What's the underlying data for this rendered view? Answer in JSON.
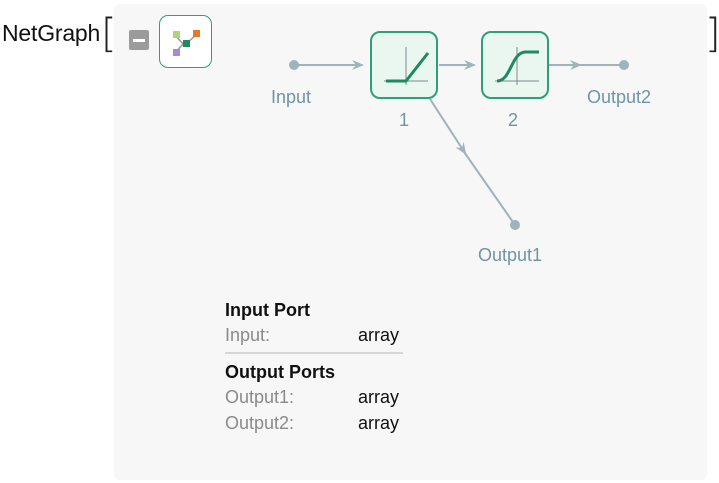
{
  "head": "NetGraph",
  "bracket_open": "[",
  "bracket_close": "]",
  "graph": {
    "nodes": {
      "input": "Input",
      "output1": "Output1",
      "output2": "Output2"
    },
    "layers": [
      {
        "num": "1",
        "icon": "ramp-activation-icon"
      },
      {
        "num": "2",
        "icon": "sigmoid-activation-icon"
      }
    ]
  },
  "info": {
    "input_title": "Input Port",
    "input_ports": [
      {
        "name": "Input:",
        "type": "array"
      }
    ],
    "output_title": "Output Ports",
    "output_ports": [
      {
        "name": "Output1:",
        "type": "array"
      },
      {
        "name": "Output2:",
        "type": "array"
      }
    ]
  },
  "colors": {
    "accent": "#2f9e7a",
    "edge": "#9fb3bb",
    "label": "#6f95a3"
  }
}
